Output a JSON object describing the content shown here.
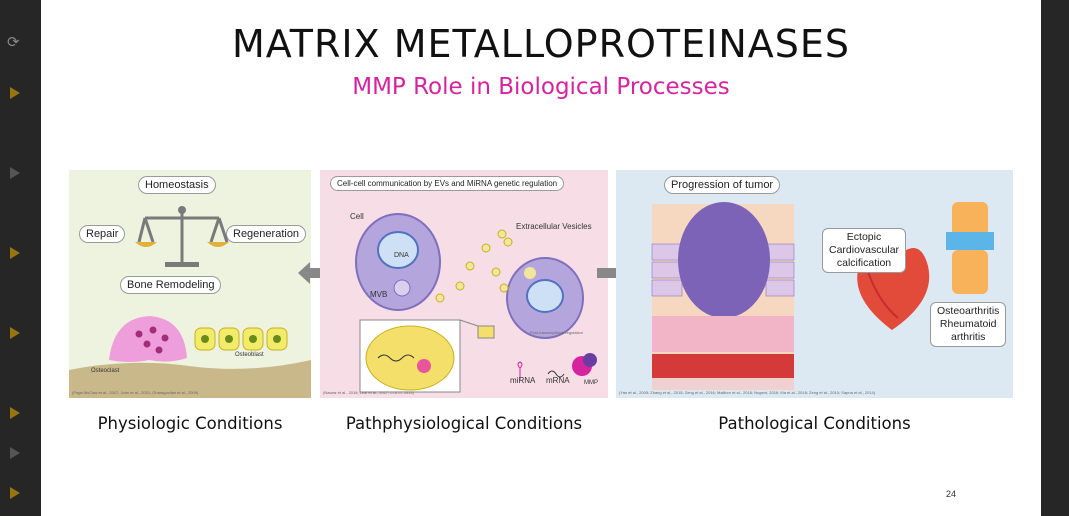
{
  "slide": {
    "title": "MATRIX METALLOPROTEINASES",
    "subtitle": "MMP Role in Biological Processes",
    "page_number": "24"
  },
  "panels": {
    "physiologic": {
      "caption": "Physiologic Conditions",
      "labels": {
        "homeostasis": "Homeostasis",
        "repair": "Repair",
        "regeneration": "Regeneration",
        "bone_remodeling": "Bone Remodeling",
        "osteoclast": "Osteoclast",
        "osteoblast": "Osteoblast"
      },
      "citation": "(Page-McCaw et al., 2007; John et al., 2001; Gharagozlian et al., 2009)"
    },
    "pathphysiological": {
      "caption": "Pathphysiological Conditions",
      "labels": {
        "header": "Cell-cell communication by EVs and MiRNA genetic regulation",
        "cell": "Cell",
        "dna": "DNA",
        "mvb": "MVB",
        "extracellular_vesicles": "Extracellular Vesicles",
        "post_transcriptional": "Post-transcriptional regulation",
        "mirna": "miRNA",
        "mrna": "mRNA",
        "mmp": "MMP"
      },
      "citation": "(Nawaz et al., 2018; Leal et al., 2017; Li & Li, 2013)"
    },
    "pathological": {
      "caption": "Pathological Conditions",
      "labels": {
        "tumor": "Progression of tumor",
        "ectopic": "Ectopic Cardiovascular calcification",
        "ectopic_lines": [
          "Ectopic",
          "Cardiovascular",
          "calcification"
        ],
        "arthritis_lines": [
          "Osteoarthritis",
          "Rheumatoid",
          "arthritis"
        ]
      },
      "citation": "(Yao et al., 2005; Zhang et al., 2015; Zeng et al., 2016; Mallinro et al., 2018; Nugent, 2016; Ma et al., 2018; Zeng et al., 2010; Sapna et al., 2014)"
    }
  },
  "colors": {
    "title": "#111111",
    "subtitle": "#d6249f",
    "panel1_bg": "#eef3df",
    "panel2_bg": "#f7dde6",
    "panel3_bg": "#dce9f3"
  }
}
